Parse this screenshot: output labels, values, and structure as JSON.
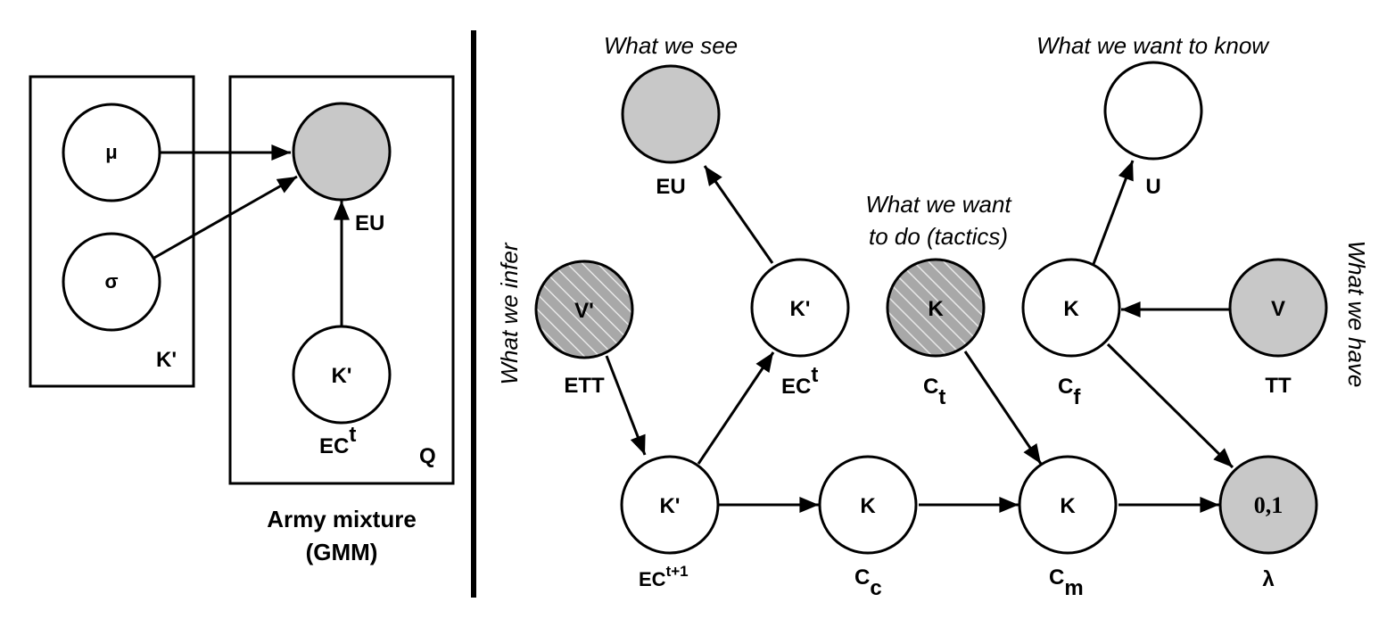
{
  "colors": {
    "observed_fill": "#c8c8c8",
    "unobserved_fill": "#ffffff",
    "stroke": "#000000"
  },
  "left_panel": {
    "plates": {
      "outer_label": "K'",
      "inner_label": "Q"
    },
    "nodes": {
      "mu": "μ",
      "sigma": "σ",
      "k_prime": "K'"
    },
    "labels": {
      "eu": "EU",
      "ec_base": "EC",
      "ec_sup": "t"
    },
    "caption_line1": "Army mixture",
    "caption_line2": "(GMM)"
  },
  "right_panel": {
    "annotations": {
      "see": "What we see",
      "know": "What we want to know",
      "tactics_line1": "What we want",
      "tactics_line2": "to do (tactics)",
      "infer": "What we infer",
      "have": "What we have"
    },
    "nodes": {
      "v_prime": "V'",
      "k_prime_top": "K'",
      "k_tactics": "K",
      "k_f": "K",
      "v": "V",
      "k_prime_bottom": "K'",
      "k_c": "K",
      "k_m": "K",
      "lambda_val": "0,1"
    },
    "labels": {
      "eu": "EU",
      "u": "U",
      "ett": "ETT",
      "ec_t_base": "EC",
      "ec_t_sup": "t",
      "c_t_base": "C",
      "c_t_sub": "t",
      "c_f_base": "C",
      "c_f_sub": "f",
      "tt": "TT",
      "ec_t1_base": "EC",
      "ec_t1_sup": "t+1",
      "c_c_base": "C",
      "c_c_sub": "c",
      "c_m_base": "C",
      "c_m_sub": "m",
      "lambda": "λ"
    }
  }
}
